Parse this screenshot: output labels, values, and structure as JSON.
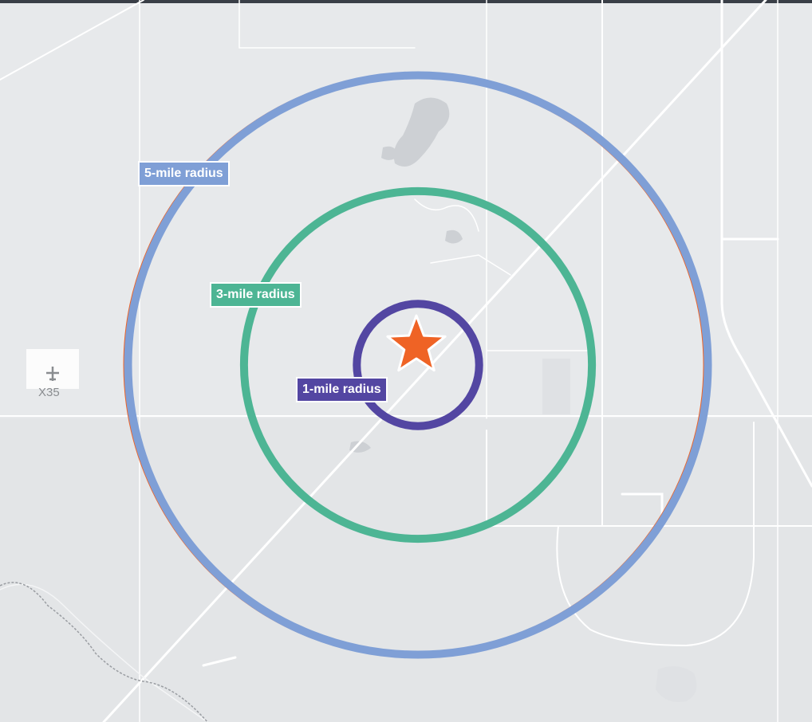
{
  "map": {
    "colors": {
      "background": "#e7e9eb",
      "road": "#ffffff",
      "water": "#c9ccd0",
      "border_line": "#9a9da2",
      "five_mile": "#7f9fd6",
      "three_mile": "#4db594",
      "one_mile": "#5346a2",
      "star": "#ef6325",
      "star_outline": "#ffffff",
      "five_mile_edge": "#ef6325"
    },
    "radii": [
      {
        "name": "5-mile",
        "label": "5-mile radius",
        "miles": 5,
        "color": "#7f9fd6"
      },
      {
        "name": "3-mile",
        "label": "3-mile radius",
        "miles": 3,
        "color": "#4db594"
      },
      {
        "name": "1-mile",
        "label": "1-mile radius",
        "miles": 1,
        "color": "#5346a2"
      }
    ],
    "center_marker_icon": "star-icon",
    "airport": {
      "code": "X35",
      "icon": "airplane-icon"
    }
  }
}
